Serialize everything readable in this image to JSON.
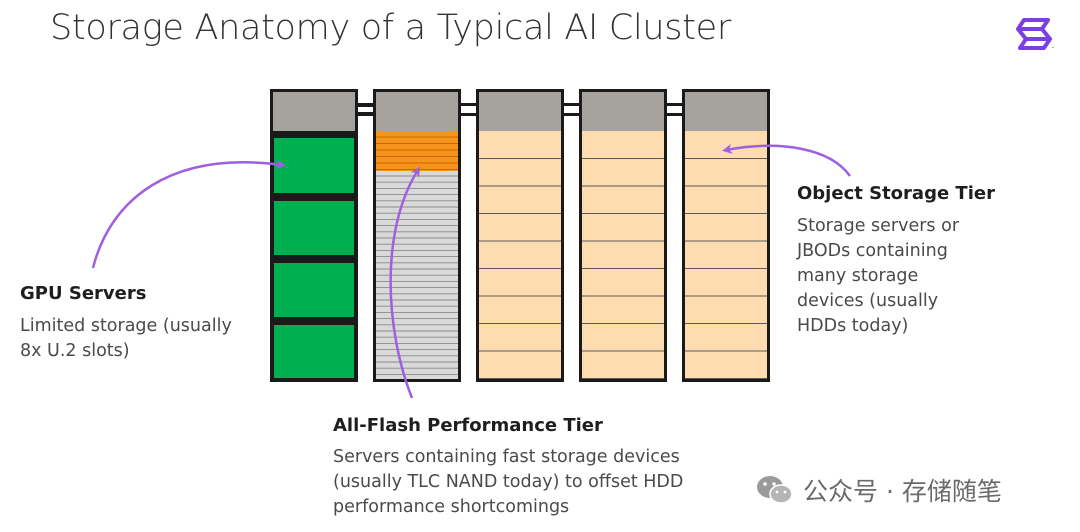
{
  "title": "Storage Anatomy of a Typical AI Cluster",
  "logo": {
    "icon": "s-chain-logo-icon",
    "color": "#7b3fe4"
  },
  "labels": {
    "gpu": {
      "heading": "GPU Servers",
      "body": [
        "Limited storage (usually",
        "8x U.2 slots)"
      ]
    },
    "flash": {
      "heading": "All-Flash Performance Tier",
      "body": [
        "Servers containing fast storage devices",
        "(usually TLC NAND today) to offset HDD",
        "performance shortcomings"
      ]
    },
    "object": {
      "heading": "Object Storage Tier",
      "body": [
        "Storage servers or",
        "JBODs containing",
        "many storage",
        "devices (usually",
        "HDDs today)"
      ]
    }
  },
  "colors": {
    "gpu_green": "#00b050",
    "flash_orange": "#f7941d",
    "flash_gray": "#d9d9d9",
    "hdd_peach": "#fddcb0",
    "rack_header": "#a6a39f",
    "arrow_purple": "#a05ee0"
  },
  "watermark": {
    "text": "公众号 · 存储随笔",
    "icon": "wechat-icon"
  }
}
